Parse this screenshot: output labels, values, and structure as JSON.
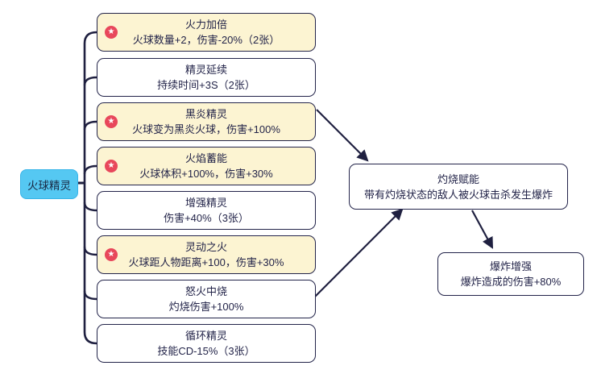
{
  "diagram": {
    "root": {
      "label": "火球精灵"
    },
    "skills": [
      {
        "title": "火力加倍",
        "detail": "火球数量+2，伤害-20%（2张）",
        "starred": true
      },
      {
        "title": "精灵延续",
        "detail": "持续时间+3S（2张）",
        "starred": false
      },
      {
        "title": "黑炎精灵",
        "detail": "火球变为黑炎火球，伤害+100%",
        "starred": true
      },
      {
        "title": "火焰蓄能",
        "detail": "火球体积+100%，伤害+30%",
        "starred": true
      },
      {
        "title": "增强精灵",
        "detail": "伤害+40%（3张）",
        "starred": false
      },
      {
        "title": "灵动之火",
        "detail": "火球距人物距离+100，伤害+30%",
        "starred": true
      },
      {
        "title": "怒火中烧",
        "detail": "灼烧伤害+100%",
        "starred": false
      },
      {
        "title": "循环精灵",
        "detail": "技能CD-15%（3张）",
        "starred": false
      }
    ],
    "combos": [
      {
        "title": "灼烧赋能",
        "detail": "带有灼烧状态的敌人被火球击杀发生爆炸"
      },
      {
        "title": "爆炸增强",
        "detail": "爆炸造成的伤害+80%"
      }
    ],
    "icons": {
      "star": "★"
    },
    "colors": {
      "root_fill": "#55c8f2",
      "starred_fill": "#fcf4d2",
      "plain_fill": "#ffffff",
      "border": "#23244a",
      "line": "#1f2040",
      "star_badge": "#e8475b",
      "text": "#232449"
    }
  }
}
